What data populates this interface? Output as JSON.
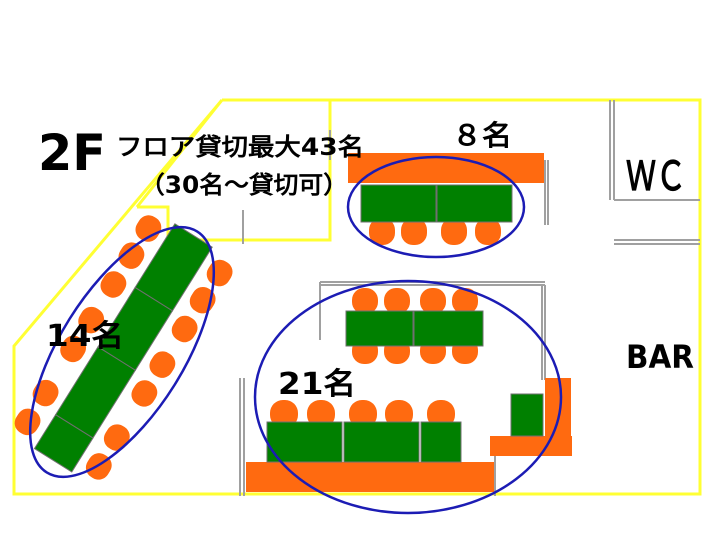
{
  "floor": "2F",
  "title": "フロア貸切最大43名",
  "subtitle": "（30名～貸切可）",
  "areas": {
    "top": "８名",
    "left": "14名",
    "center": "21名"
  },
  "rooms": {
    "wc": "ＷＣ",
    "bar": "BAR"
  },
  "colors": {
    "wall": "#ffff33",
    "table": "#008000",
    "chair": "#ff6a10",
    "group_outline": "#1c1cb4"
  }
}
